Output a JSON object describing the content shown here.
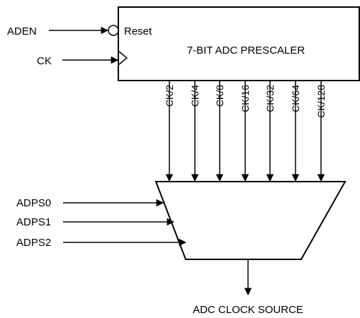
{
  "prescaler": {
    "title": "7-BIT ADC PRESCALER",
    "reset_label": "Reset"
  },
  "inputs": {
    "aden": "ADEN",
    "ck": "CK"
  },
  "taps": [
    "CK/2",
    "CK/4",
    "CK/8",
    "CK/16",
    "CK/32",
    "CK/64",
    "CK/128"
  ],
  "select_lines": [
    "ADPS0",
    "ADPS1",
    "ADPS2"
  ],
  "output": {
    "label": "ADC CLOCK SOURCE"
  }
}
